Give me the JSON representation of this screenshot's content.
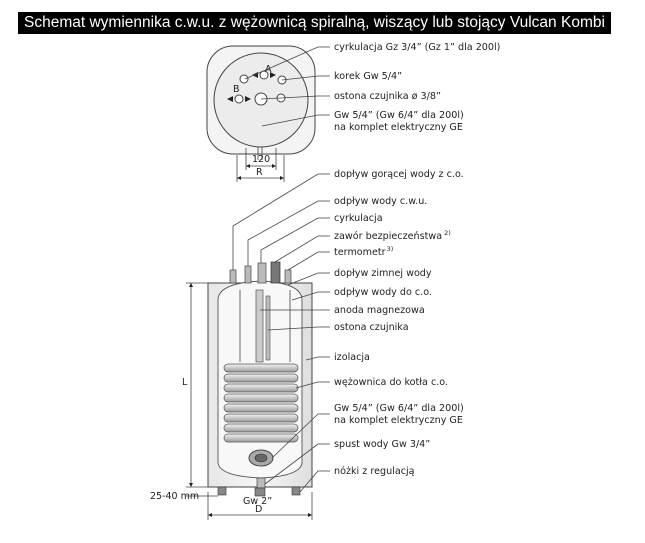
{
  "title": "Schemat wymiennika c.w.u. z wężownicą spiralną, wiszący lub stojący Vulcan Kombi",
  "top_view": {
    "label_a": "A",
    "label_b": "B",
    "dim_120": "120",
    "dim_r": "R"
  },
  "top_labels": [
    {
      "text": "cyrkulacja Gz 3/4” (Gz 1” dla 200l)"
    },
    {
      "text": "korek Gw 5/4”"
    },
    {
      "text": "ostona czujnika ø 3/8”"
    },
    {
      "text": "Gw 5/4” (Gw 6/4” dla 200l)"
    },
    {
      "text": "na komplet elektryczny GE"
    }
  ],
  "side_labels": [
    {
      "text": "dopływ gorącej wody z c.o."
    },
    {
      "text": "odpływ wody c.w.u."
    },
    {
      "text": "cyrkulacja"
    },
    {
      "text": "zawór bezpieczeństwa"
    },
    {
      "text": "termometr"
    },
    {
      "text": "dopływ zimnej wody"
    },
    {
      "text": "odpływ wody do c.o."
    },
    {
      "text": "anoda magnezowa"
    },
    {
      "text": "ostona czujnika"
    },
    {
      "text": "izolacja"
    },
    {
      "text": "wężownica do kotła c.o."
    },
    {
      "text": "Gw 5/4” (Gw 6/4” dla 200l)"
    },
    {
      "text": "na komplet elektryczny GE"
    },
    {
      "text": "spust wody Gw 3/4”"
    },
    {
      "text": "nóżki z regulacją"
    }
  ],
  "footnotes": {
    "valve": "2)",
    "thermometer": "3)"
  },
  "dimensions": {
    "l": "L",
    "legs": "25-40 mm",
    "gw2": "Gw 2”",
    "d": "D"
  },
  "colors": {
    "line": "#444444",
    "fill": "#f2f2f2",
    "shade": "#dcdcdc"
  }
}
